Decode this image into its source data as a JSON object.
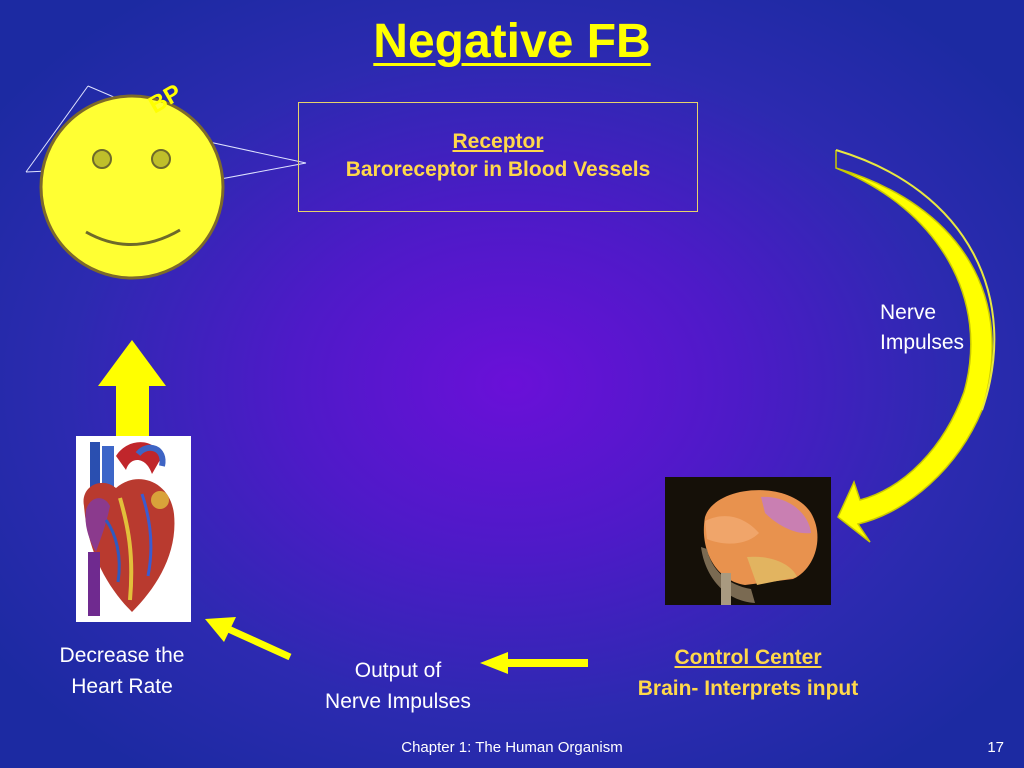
{
  "slide": {
    "title": "Negative FB",
    "bp_label": "BP",
    "receptor": {
      "heading": "Receptor",
      "detail": "Baroreceptor in Blood Vessels"
    },
    "nerve_impulses": {
      "line1": "Nerve",
      "line2": "Impulses"
    },
    "control_center": {
      "heading": "Control Center",
      "detail": "Brain- Interprets input"
    },
    "output": {
      "line1": "Output of",
      "line2": "Nerve Impulses"
    },
    "effector": {
      "line1": "Decrease the",
      "line2": "Heart Rate"
    },
    "footer": "Chapter 1: The Human Organism",
    "page_number": "17"
  },
  "icons": [
    "smiley-face-icon",
    "heart-photo",
    "brain-photo",
    "curved-arrow-icon",
    "arrow-left-icon",
    "arrow-up-icon"
  ],
  "colors": {
    "title": "#ffff00",
    "label_accent": "#ffd84a",
    "arrow": "#ffff00",
    "smiley_face": "#ffff33",
    "background_center": "#6a10d8",
    "background_edge": "#1c2aa2"
  }
}
